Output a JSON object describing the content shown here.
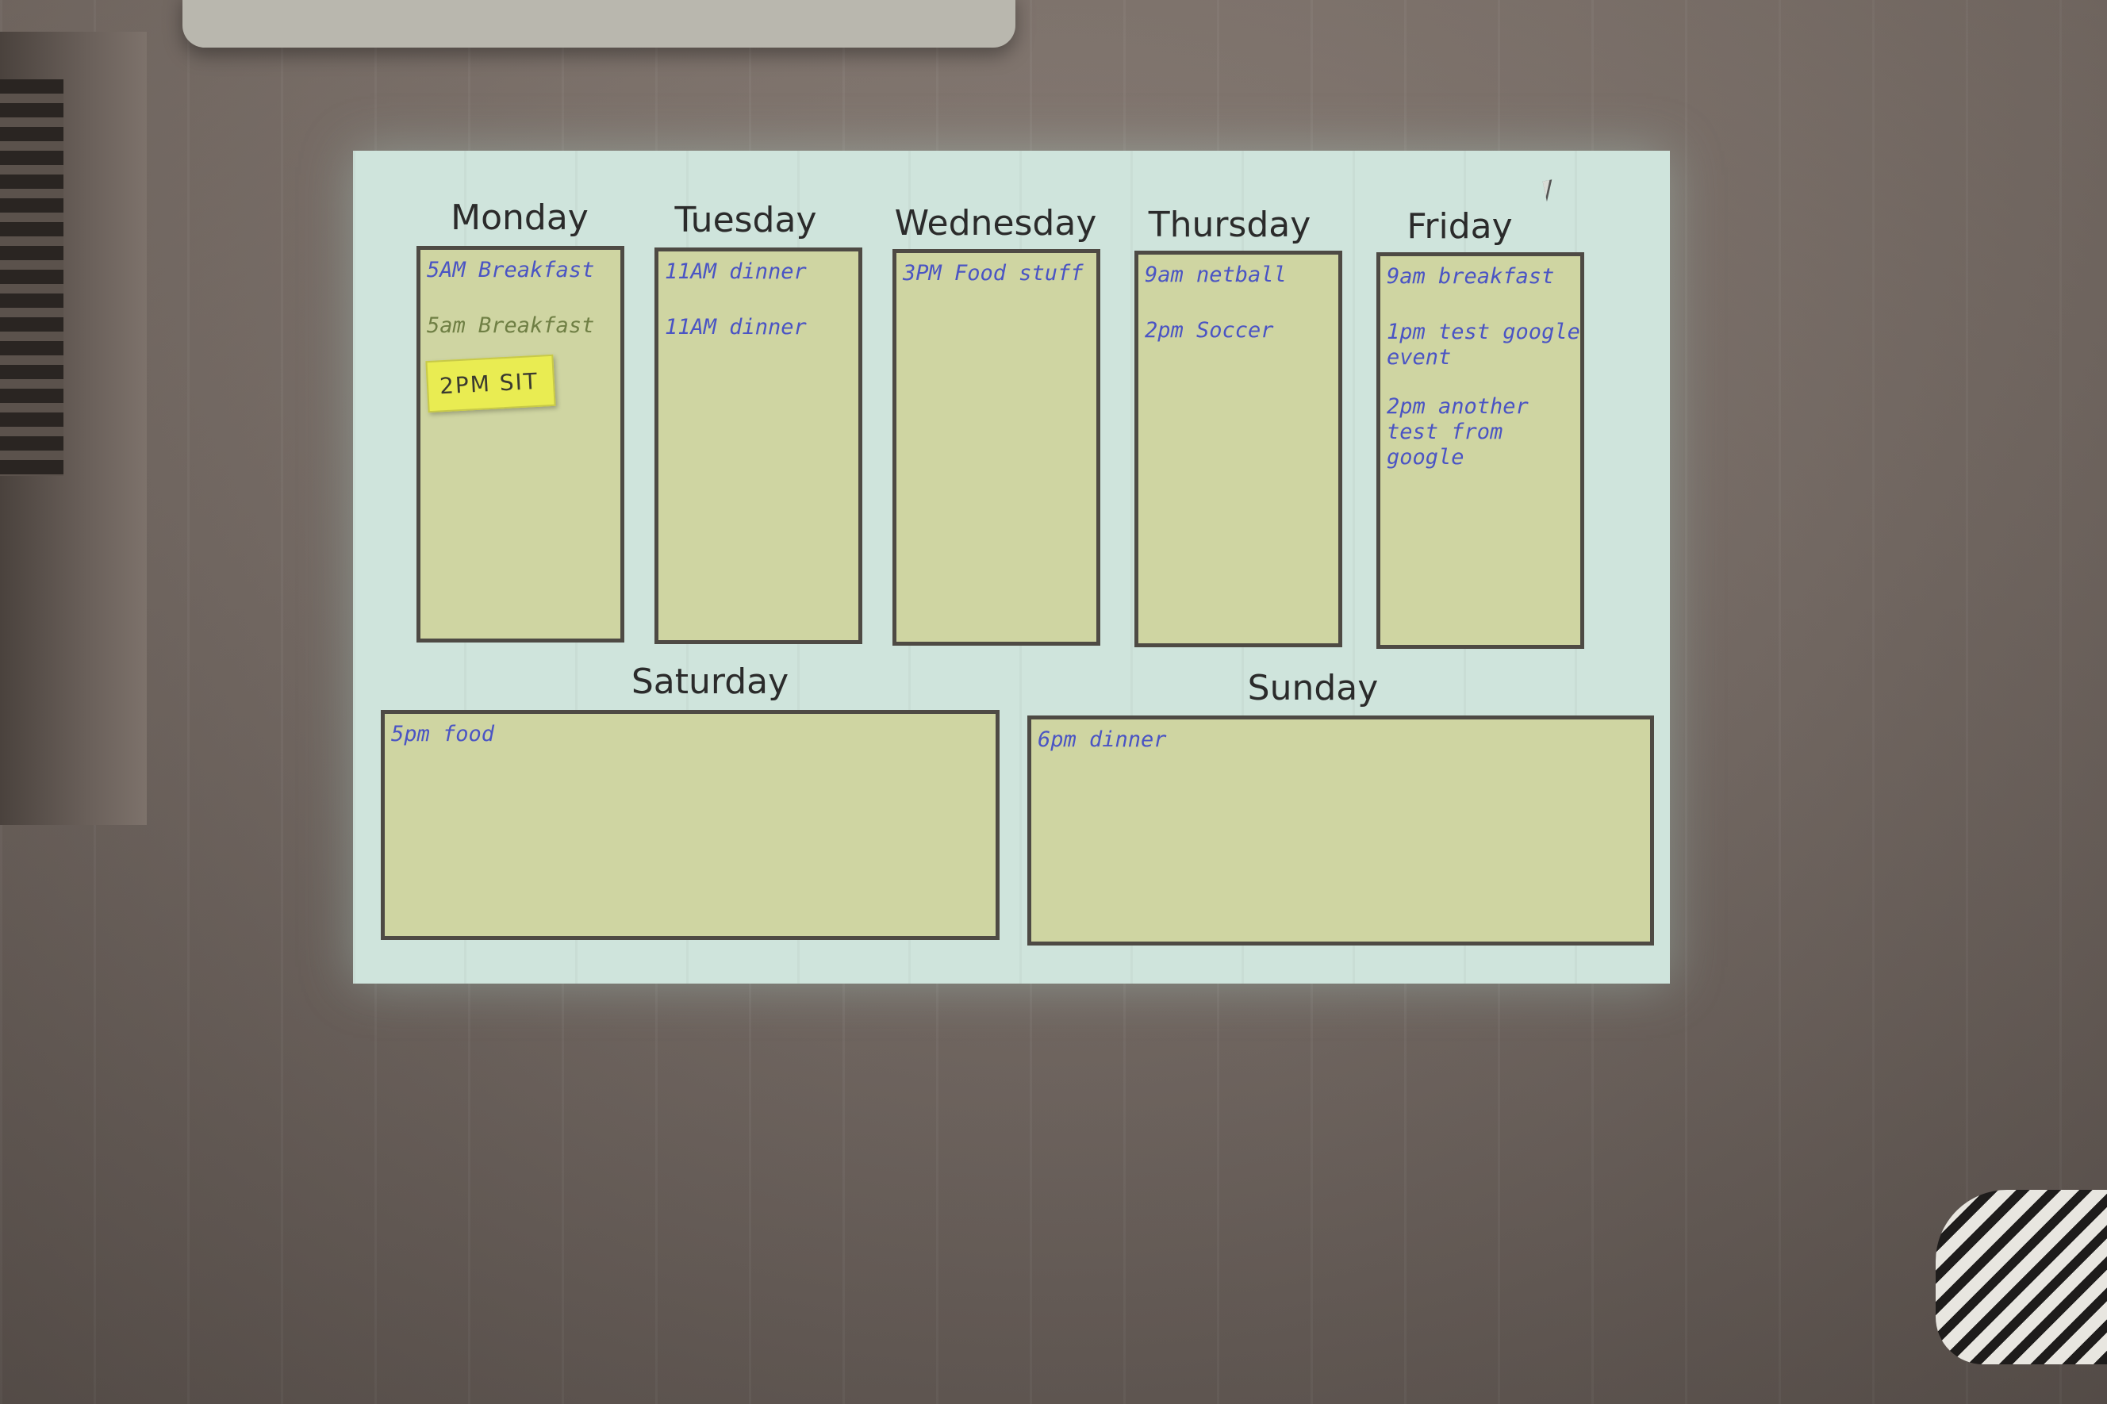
{
  "days": {
    "monday": {
      "title": "Monday",
      "events": [
        "5AM Breakfast",
        "5am Breakfast"
      ],
      "note": "2PM SIT"
    },
    "tuesday": {
      "title": "Tuesday",
      "events": [
        "11AM dinner",
        "11AM dinner"
      ]
    },
    "wednesday": {
      "title": "Wednesday",
      "events": [
        "3PM Food stuff"
      ]
    },
    "thursday": {
      "title": "Thursday",
      "events": [
        "9am netball",
        "2pm Soccer"
      ]
    },
    "friday": {
      "title": "Friday",
      "events": [
        "9am breakfast",
        "1pm test google event",
        "2pm another test from google"
      ]
    },
    "saturday": {
      "title": "Saturday",
      "events": [
        "5pm food"
      ]
    },
    "sunday": {
      "title": "Sunday",
      "events": [
        "6pm dinner"
      ]
    }
  },
  "colors": {
    "box_fill": "#cfd5a2",
    "box_border": "#4e4a44",
    "event_text": "#4a54c4",
    "screen_bg": "#cfe4dc",
    "sticky_note": "#e9ec52"
  },
  "icons": {
    "cursor": "mouse-pointer-icon"
  }
}
